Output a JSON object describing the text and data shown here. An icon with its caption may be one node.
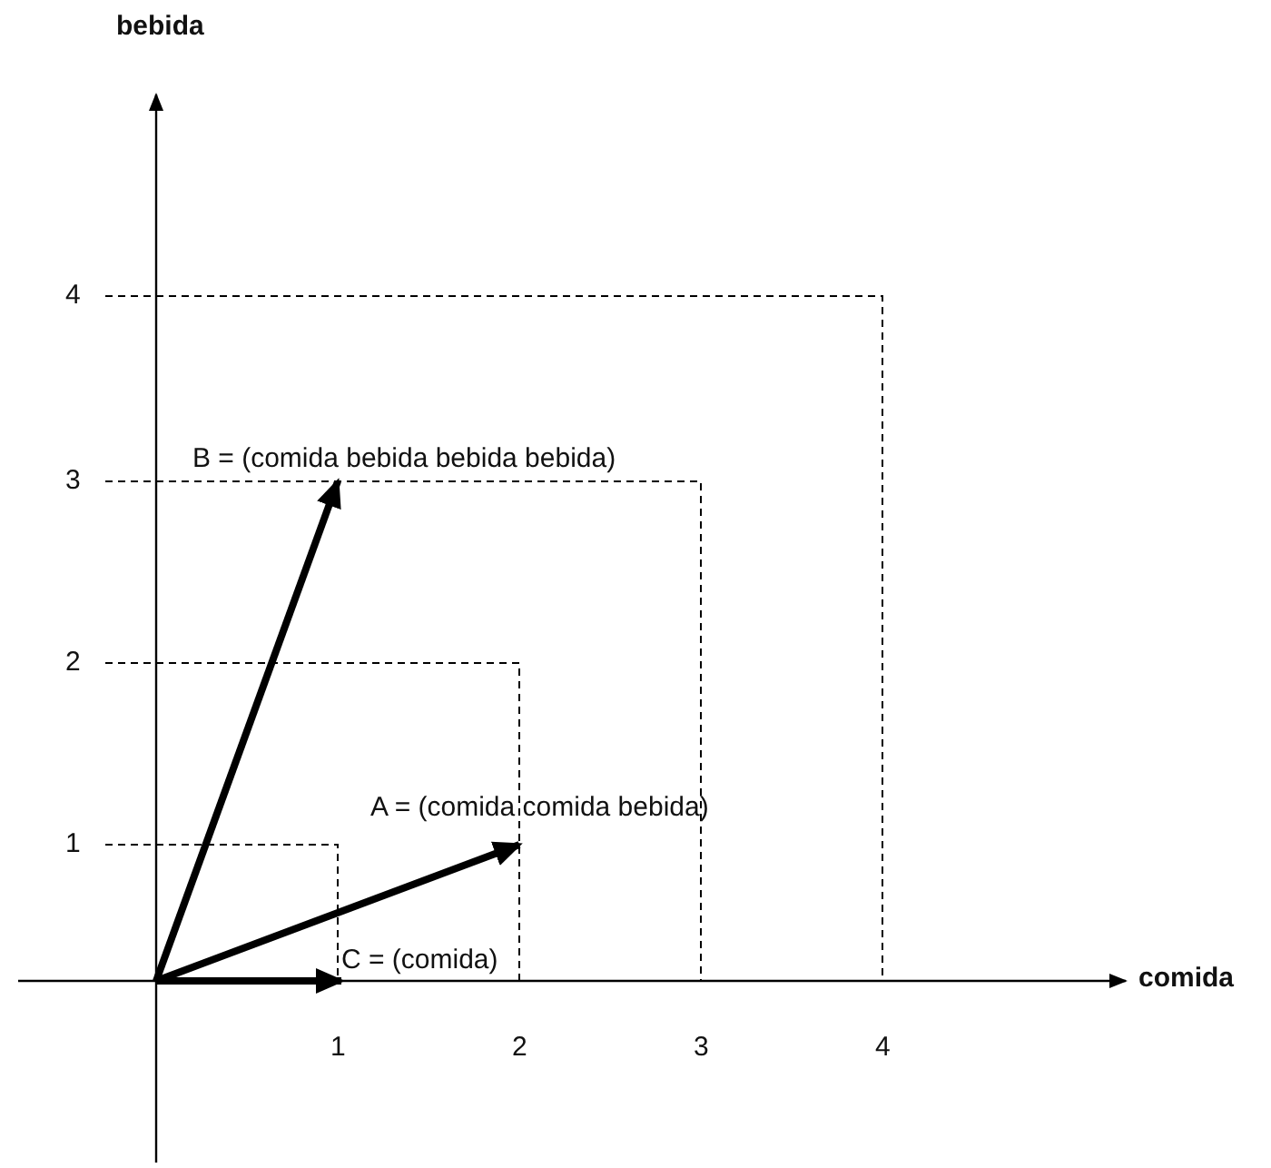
{
  "diagram": {
    "nodes": [
      {
        "text": [
          "A = (comida comida bebida)"
        ]
      },
      {
        "text": [
          "B = (comida bebida bebida bebida)"
        ]
      },
      {
        "text": [
          "C = (comida)"
        ]
      }
    ],
    "edges": [
      {
        "from": null,
        "to": 0,
        "arrow": "to"
      },
      {
        "from": null,
        "to": 1,
        "arrow": "to"
      },
      {
        "from": null,
        "to": 2,
        "arrow": "to"
      }
    ],
    "labels": [
      "bebida",
      "4",
      "3",
      "2",
      "1",
      "comida",
      "1",
      "2",
      "3",
      "4"
    ]
  }
}
